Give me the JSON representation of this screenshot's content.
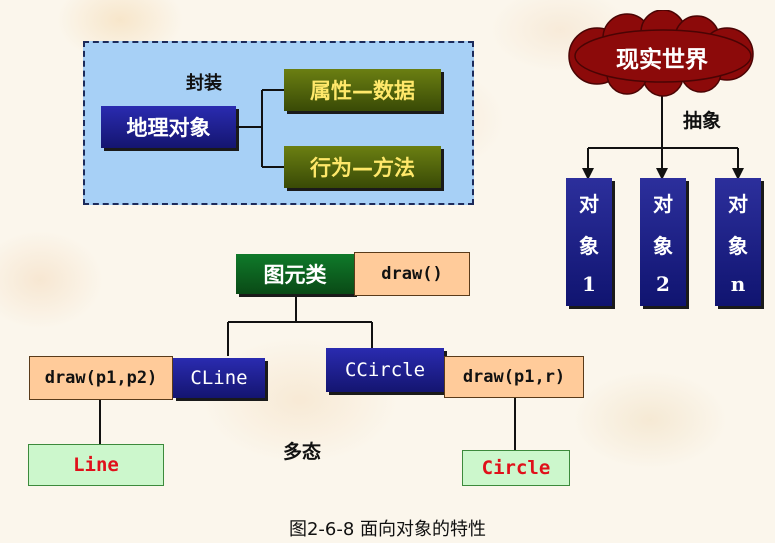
{
  "encapsulation": {
    "label": "封装",
    "object": "地理对象",
    "attribute": "属性—数据",
    "behavior": "行为—方法"
  },
  "abstraction": {
    "world": "现实世界",
    "label": "抽象",
    "objects": [
      {
        "top": "对",
        "mid": "象",
        "num": "1"
      },
      {
        "top": "对",
        "mid": "象",
        "num": "2"
      },
      {
        "top": "对",
        "mid": "象",
        "num": "n"
      }
    ],
    "cloud_color": "#8c0a0a"
  },
  "polymorphism": {
    "base_class": "图元类",
    "base_method": "draw()",
    "left_method": "draw(p1,p2)",
    "left_class": "CLine",
    "right_class": "CCircle",
    "right_method": "draw(p1,r)",
    "left_instance": "Line",
    "right_instance": "Circle",
    "label": "多态"
  },
  "caption": "图2-6-8 面向对象的特性"
}
